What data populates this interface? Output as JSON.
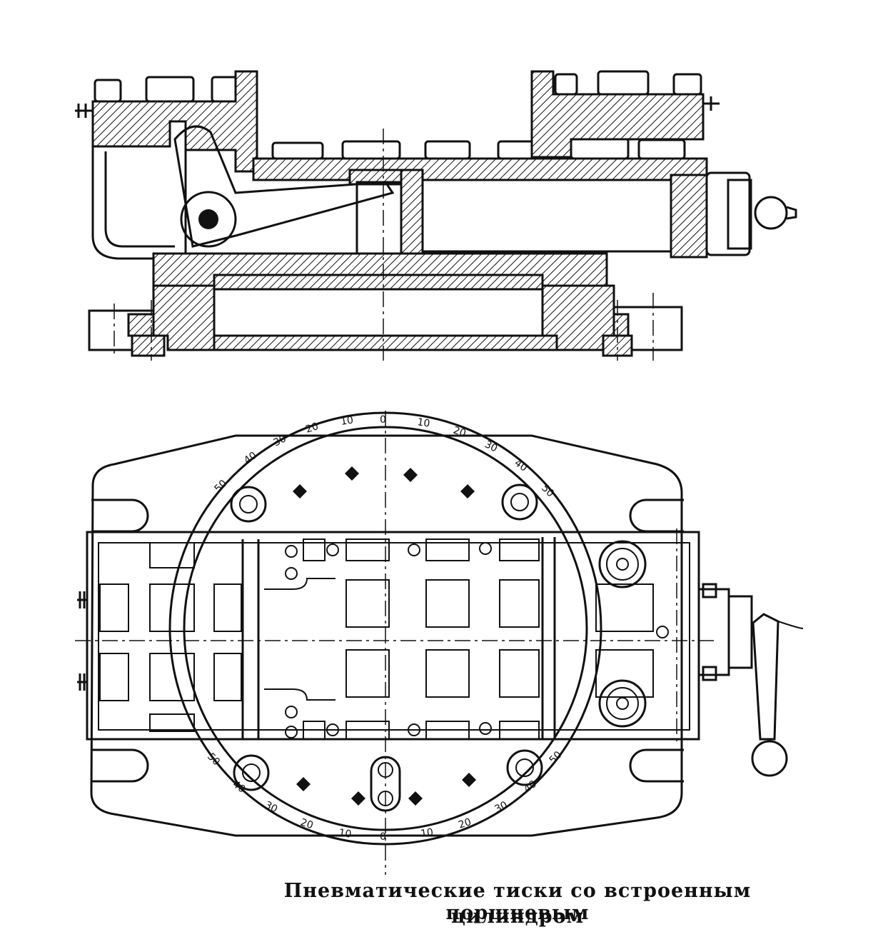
{
  "caption": {
    "line1": "Пневматические тиски со встроенным поршневым",
    "line2": "цилиндром"
  },
  "scale_top": [
    "50",
    "40",
    "30",
    "20",
    "10",
    "0",
    "10",
    "20",
    "30",
    "40",
    "50"
  ],
  "scale_bottom": [
    "50",
    "40",
    "30",
    "20",
    "10",
    "0",
    "10",
    "20",
    "30",
    "40",
    "50"
  ]
}
